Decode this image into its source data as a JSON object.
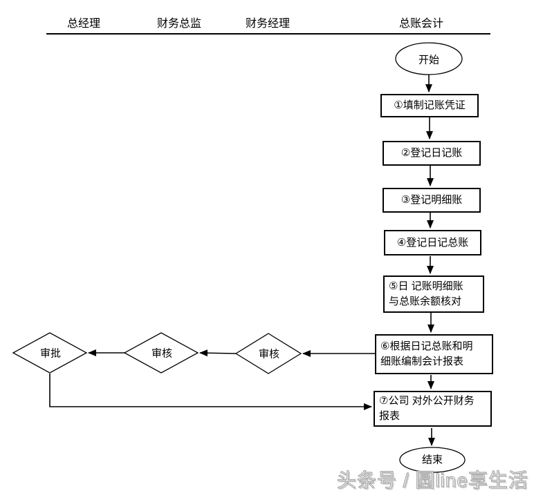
{
  "lanes": {
    "items": [
      {
        "label": "总经理"
      },
      {
        "label": "财务总监"
      },
      {
        "label": "财务经理"
      },
      {
        "label": "总账会计"
      }
    ]
  },
  "flow": {
    "start": {
      "label": "开始"
    },
    "end": {
      "label": "结束"
    },
    "steps": [
      {
        "label": "①填制记账凭证"
      },
      {
        "label": "②登记日记账"
      },
      {
        "label": "③登记明细账"
      },
      {
        "label": "④登记日记总账"
      },
      {
        "label": "⑤日 记账明细账\n与总账余额核对"
      },
      {
        "label": "⑥根据日记总账和明\n细账编制会计报表"
      },
      {
        "label": "⑦公司 对外公开财务\n报表"
      }
    ],
    "decisions": [
      {
        "label": "审核",
        "lane": "财务经理"
      },
      {
        "label": "审核",
        "lane": "财务总监"
      },
      {
        "label": "审批",
        "lane": "总经理"
      }
    ]
  },
  "watermark": {
    "text": "头条号 / 圆line享生活"
  },
  "colors": {
    "stroke": "#000000",
    "background": "#ffffff",
    "watermark_outline": "#a8a8a8"
  }
}
